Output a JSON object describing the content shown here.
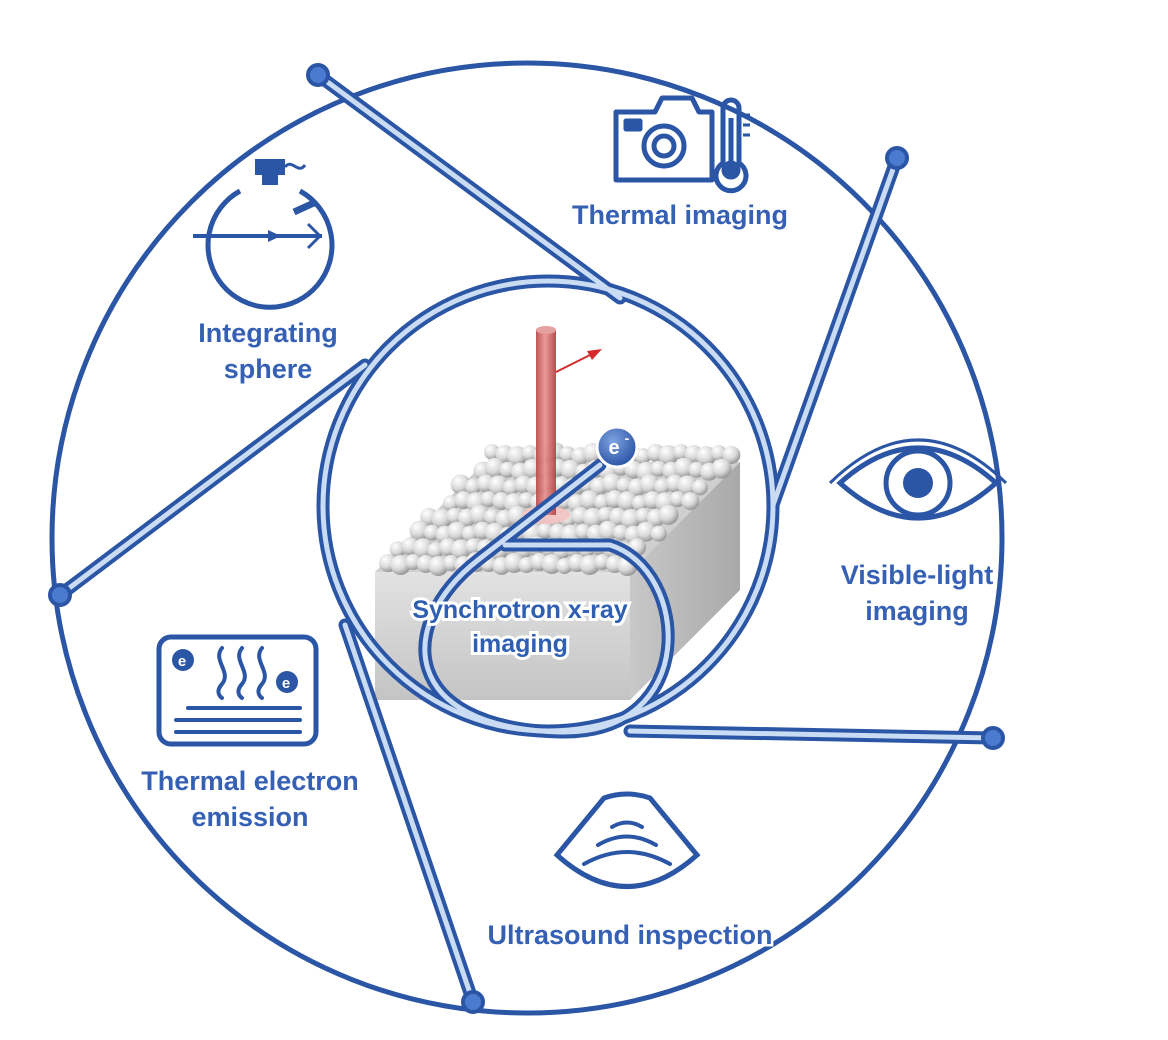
{
  "diagram": {
    "center_label": {
      "line1": "Synchrotron x-ray",
      "line2": "imaging"
    },
    "electron_symbol": "e",
    "electron_charge": "-",
    "techniques": {
      "thermal_imaging": {
        "label": "Thermal imaging",
        "icon": "camera-thermometer-icon"
      },
      "integrating_sphere": {
        "line1": "Integrating",
        "line2": "sphere",
        "icon": "integrating-sphere-icon"
      },
      "visible_light_imaging": {
        "line1": "Visible-light",
        "line2": "imaging",
        "icon": "eye-icon"
      },
      "thermal_electron_emission": {
        "line1": "Thermal electron",
        "line2": "emission",
        "icon": "heated-plate-electron-icon"
      },
      "ultrasound_inspection": {
        "label": "Ultrasound inspection",
        "icon": "ultrasound-wave-icon"
      }
    },
    "colors": {
      "outline": "#2b55a5",
      "line_light": "#c9dcf3",
      "label": "#3560b3",
      "laser": "#d46a6a",
      "arrow": "#d42a2a",
      "block": "#d7d7d7"
    }
  }
}
